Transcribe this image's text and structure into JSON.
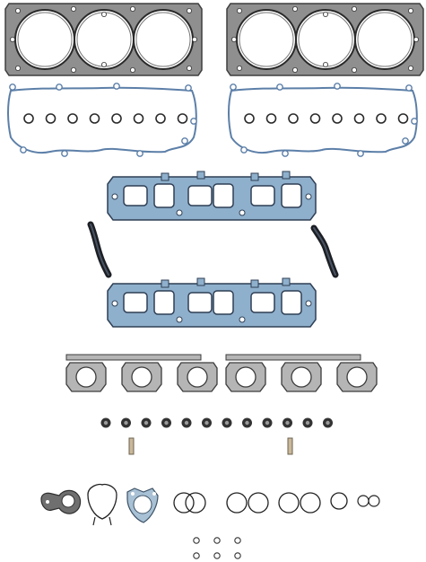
{
  "scene": {
    "description_kind": "product-photo",
    "colors": {
      "background": "#ffffff",
      "head_gasket_fill": "#8f8f8f",
      "head_gasket_dark": "#3f3f3f",
      "valve_cover_line": "#5c7fa8",
      "intake_fill": "#8fb0cc",
      "intake_dark": "#2f3f55",
      "exhaust_fill": "#b5b5b5",
      "seal_dark": "#333333",
      "tube_black": "#1c1f24"
    },
    "counts": {
      "head_gaskets": 2,
      "cylinders_per_head": 3,
      "valve_cover_gaskets": 2,
      "plugs_per_valve_cover": 8,
      "intake_manifold_gaskets": 2,
      "corner_hoses": 2,
      "exhaust_manifold_gaskets": 2,
      "valve_stem_seals": 12,
      "dowel_pins": 2,
      "small_orings": 6
    }
  }
}
